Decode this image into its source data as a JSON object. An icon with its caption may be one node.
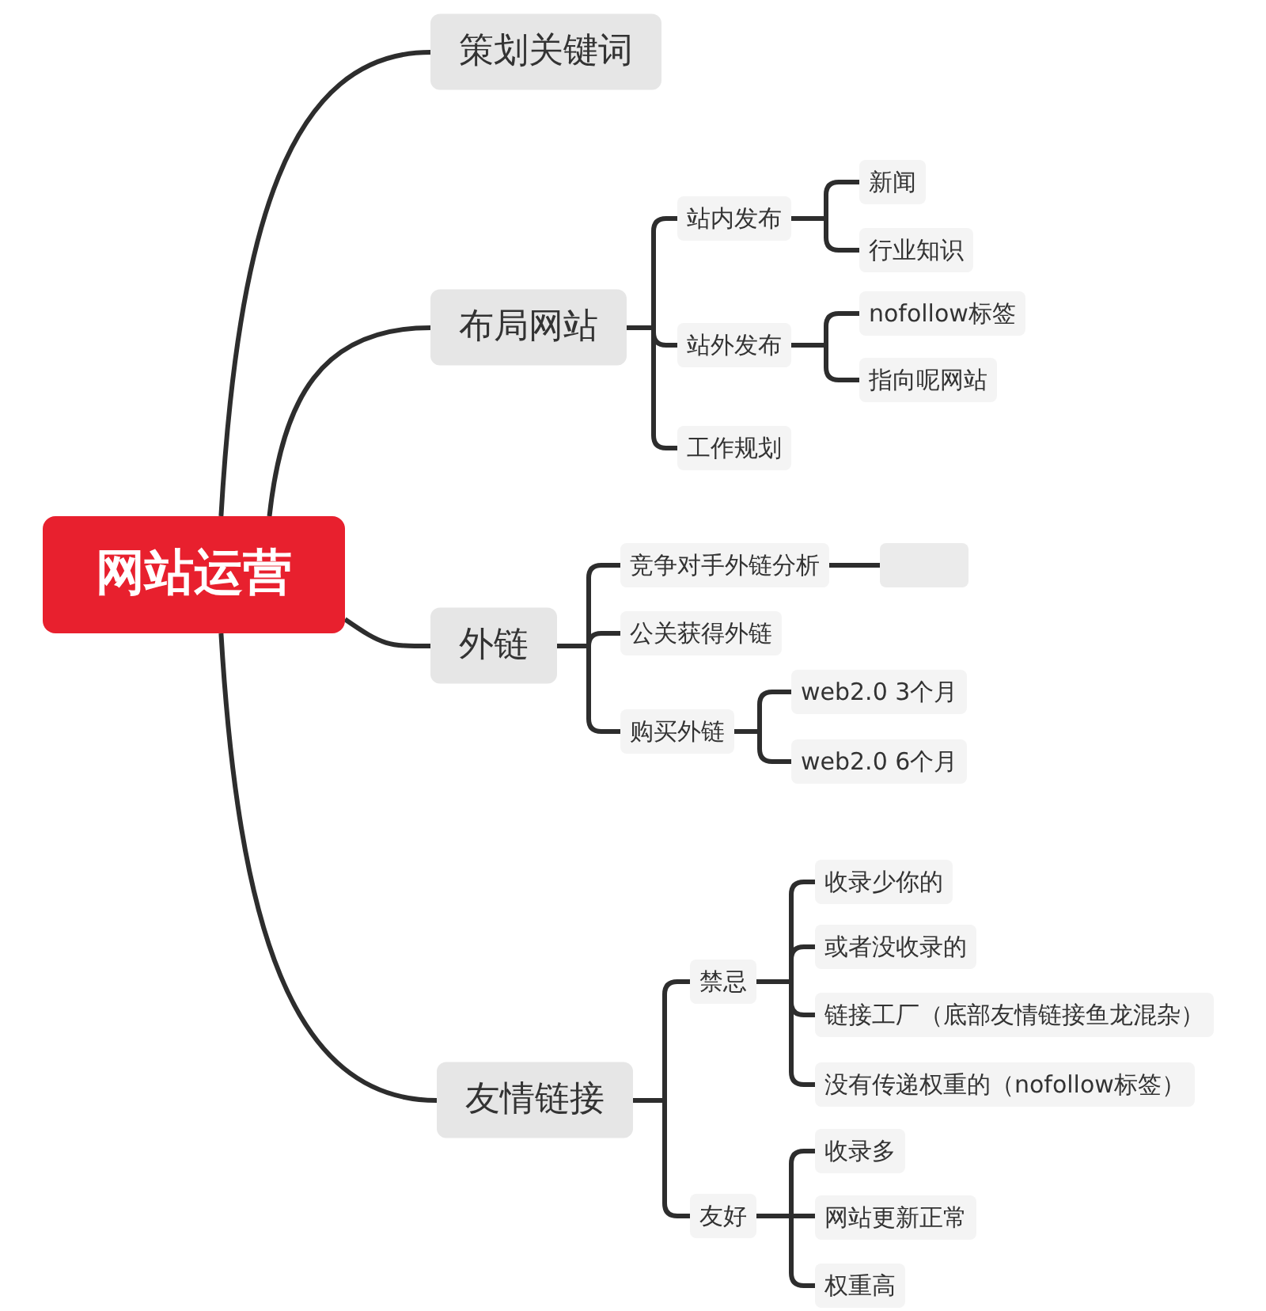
{
  "diagram": {
    "nodes": [
      {
        "text": [
          "网站运营"
        ]
      },
      {
        "text": [
          "策划关键词"
        ]
      },
      {
        "text": [
          "布局网站"
        ]
      },
      {
        "text": [
          "站内发布"
        ]
      },
      {
        "text": [
          "新闻"
        ]
      },
      {
        "text": [
          "行业知识"
        ]
      },
      {
        "text": [
          "站外发布"
        ]
      },
      {
        "text": [
          "nofollow标签"
        ]
      },
      {
        "text": [
          "指向呢网站"
        ]
      },
      {
        "text": [
          "工作规划"
        ]
      },
      {
        "text": [
          "外链"
        ]
      },
      {
        "text": [
          "竞争对手外链分析"
        ]
      },
      {
        "text": [],
        "shape": "box"
      },
      {
        "text": [
          "公关获得外链"
        ]
      },
      {
        "text": [
          "购买外链"
        ]
      },
      {
        "text": [
          "web2.0 3个月"
        ]
      },
      {
        "text": [
          "web2.0 6个月"
        ]
      },
      {
        "text": [
          "友情链接"
        ]
      },
      {
        "text": [
          "禁忌"
        ]
      },
      {
        "text": [
          "收录少你的"
        ]
      },
      {
        "text": [
          "或者没收录的"
        ]
      },
      {
        "text": [
          "链接工厂（底部友情链接鱼龙混杂）"
        ]
      },
      {
        "text": [
          "没有传递权重的（nofollow标签）"
        ]
      },
      {
        "text": [
          "友好"
        ]
      },
      {
        "text": [
          "收录多"
        ]
      },
      {
        "text": [
          "网站更新正常"
        ]
      },
      {
        "text": [
          "权重高"
        ]
      }
    ],
    "edges": [
      {
        "from": 0,
        "to": 1,
        "arrow": "none"
      },
      {
        "from": 0,
        "to": 2,
        "arrow": "none"
      },
      {
        "from": 2,
        "to": 3,
        "arrow": "none"
      },
      {
        "from": 3,
        "to": 4,
        "arrow": "none"
      },
      {
        "from": 3,
        "to": 5,
        "arrow": "none"
      },
      {
        "from": 2,
        "to": 6,
        "arrow": "none"
      },
      {
        "from": 6,
        "to": 7,
        "arrow": "none"
      },
      {
        "from": 6,
        "to": 8,
        "arrow": "none"
      },
      {
        "from": 2,
        "to": 9,
        "arrow": "none"
      },
      {
        "from": 0,
        "to": 10,
        "arrow": "none"
      },
      {
        "from": 10,
        "to": 11,
        "arrow": "none"
      },
      {
        "from": 11,
        "to": 12,
        "arrow": "none"
      },
      {
        "from": 10,
        "to": 13,
        "arrow": "none"
      },
      {
        "from": 10,
        "to": 14,
        "arrow": "none"
      },
      {
        "from": 14,
        "to": 15,
        "arrow": "none"
      },
      {
        "from": 14,
        "to": 16,
        "arrow": "none"
      },
      {
        "from": 0,
        "to": 17,
        "arrow": "none"
      },
      {
        "from": 17,
        "to": 18,
        "arrow": "none"
      },
      {
        "from": 18,
        "to": 19,
        "arrow": "none"
      },
      {
        "from": 18,
        "to": 20,
        "arrow": "none"
      },
      {
        "from": 18,
        "to": 21,
        "arrow": "none"
      },
      {
        "from": 18,
        "to": 22,
        "arrow": "none"
      },
      {
        "from": 17,
        "to": 23,
        "arrow": "none"
      },
      {
        "from": 23,
        "to": 24,
        "arrow": "none"
      },
      {
        "from": 23,
        "to": 25,
        "arrow": "none"
      },
      {
        "from": 23,
        "to": 26,
        "arrow": "none"
      }
    ]
  }
}
